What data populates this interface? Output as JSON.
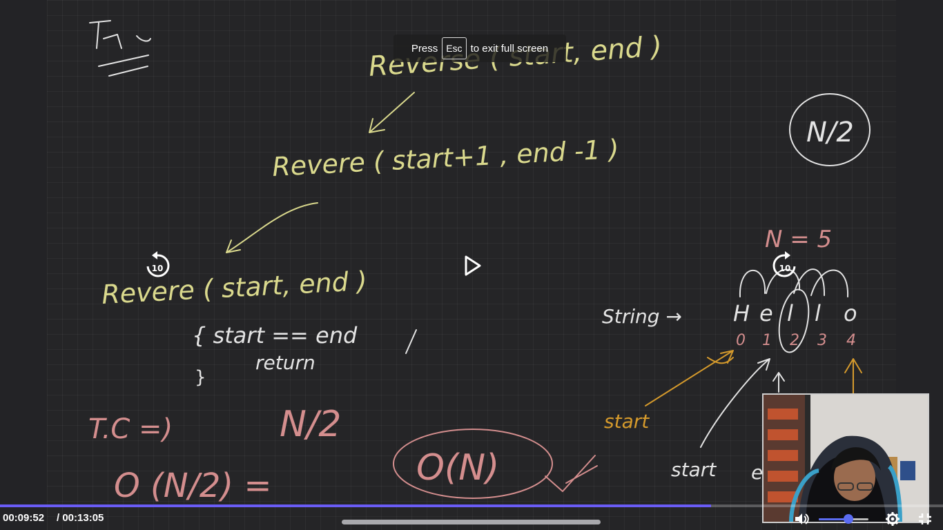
{
  "fullscreen_toast": {
    "prefix": "Press",
    "key": "Esc",
    "suffix": "to exit full screen"
  },
  "player": {
    "current_time": "00:09:52",
    "duration": "/ 00:13:05",
    "progress": 0.754,
    "volume": 0.6,
    "skip_back_label": "10",
    "skip_forward_label": "10"
  },
  "whiteboard": {
    "tc_top": "T C",
    "line_reverse_1": "Reverse ( start, end )",
    "line_reverse_2": "Revere ( start+1 , end -1 )",
    "line_reverse_3": "Revere ( start, end )",
    "base_case": "{ start == end",
    "base_return": "return",
    "close_brace": "}",
    "n_over_2_circle": "N/2",
    "n_eq": "N = 5",
    "string_label": "String →",
    "letters": [
      "H",
      "e",
      "l",
      "l",
      "o"
    ],
    "indices": [
      "0",
      "1",
      "2",
      "3",
      "4"
    ],
    "start_label_1": "start",
    "start_label_2": "start",
    "end_label": "e",
    "tc_bottom": "T.C =)",
    "n_over_2_bottom": "N/2",
    "big_o_half": "O (N/2) =",
    "big_o_n": "O(N)"
  },
  "colors": {
    "chalk_yellow": "#dad98d",
    "chalk_white": "#e4e4e4",
    "chalk_pink": "#d48e8e",
    "chalk_orange": "#d59a2c",
    "progress": "#6a5cf6"
  },
  "icons": {
    "replay": "rewind-10-icon",
    "forward": "forward-10-icon",
    "play": "play-icon",
    "volume": "volume-icon",
    "settings": "gear-icon",
    "exit_fullscreen": "exit-fullscreen-icon"
  }
}
